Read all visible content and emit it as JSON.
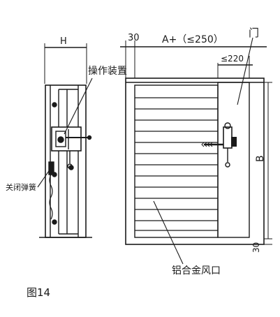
{
  "labels": {
    "dim_h": "H",
    "dim_30_top": "30",
    "dim_a": "A+（≤250）",
    "dim_220": "≤220",
    "dim_b": "B",
    "dim_30_bottom": "30",
    "door": "门",
    "operating_device": "操作装置",
    "closing_spring": "关闭弹簧",
    "aluminum_vent": "铝合金风口",
    "figure": "图14"
  }
}
